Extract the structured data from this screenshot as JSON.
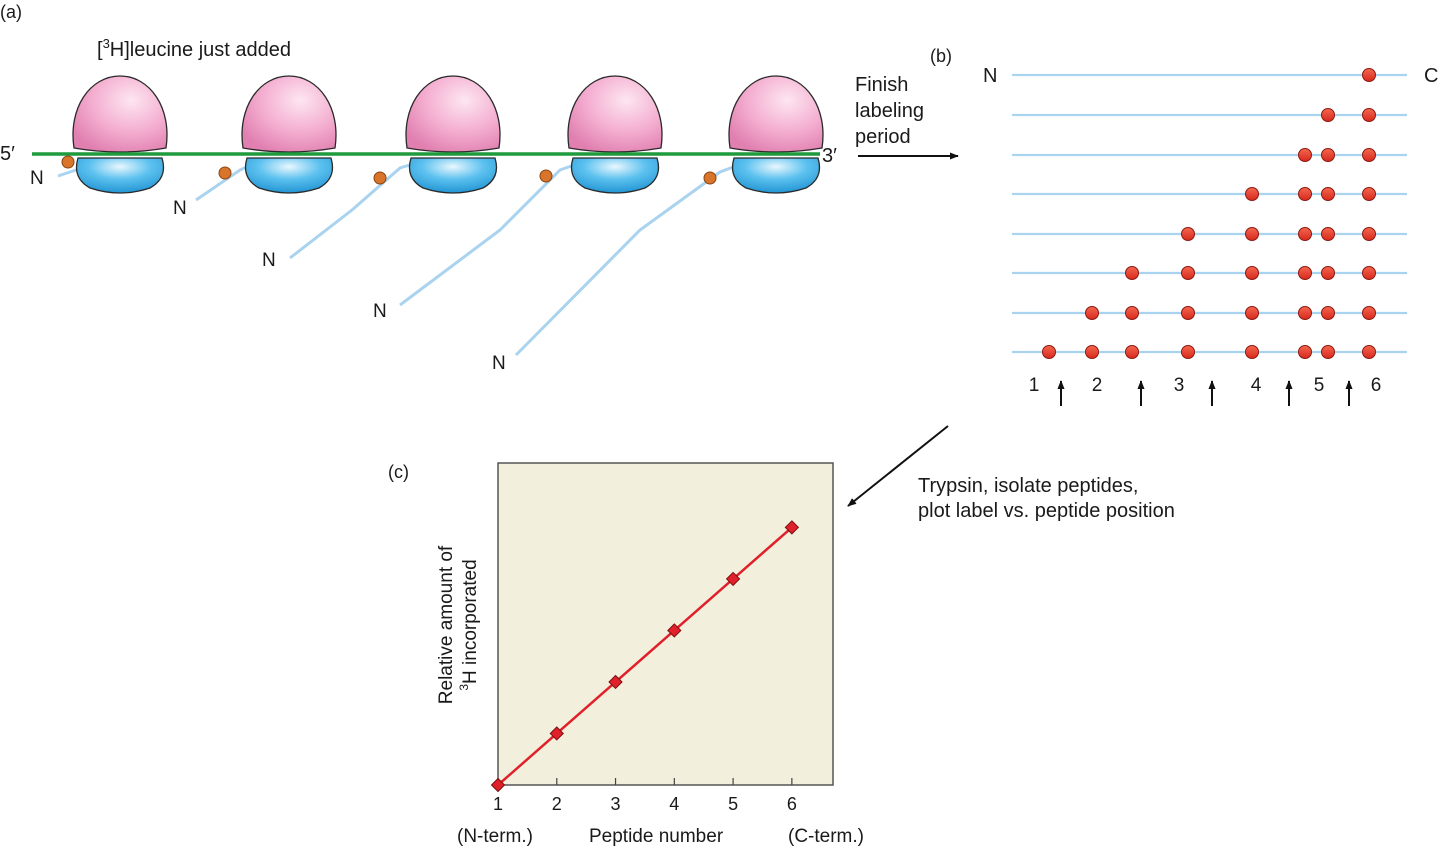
{
  "panel_a": {
    "tag": "(a)",
    "caption_pre": "[",
    "caption_sup": "3",
    "caption_post": "H]leucine just added",
    "five_prime": "5′",
    "three_prime": "3′",
    "n_label": "N"
  },
  "step_ab": {
    "line1": "Finish",
    "line2": "labeling",
    "line3": "period"
  },
  "panel_b": {
    "tag": "(b)",
    "n_label": "N",
    "c_label": "C",
    "peptide_numbers": [
      "1",
      "2",
      "3",
      "4",
      "5",
      "6"
    ],
    "chains": [
      [
        6
      ],
      [
        5.5,
        6
      ],
      [
        5,
        5.5,
        6
      ],
      [
        4,
        5,
        5.5,
        6
      ],
      [
        3,
        4,
        5,
        5.5,
        6
      ],
      [
        2,
        3,
        4,
        5,
        5.5,
        6
      ],
      [
        1.5,
        2,
        3,
        4,
        5,
        5.5,
        6
      ],
      [
        1,
        1.5,
        2,
        3,
        4,
        5,
        5.5,
        6
      ]
    ]
  },
  "step_bc": {
    "line1": "Trypsin, isolate peptides,",
    "line2": "plot label vs. peptide position"
  },
  "panel_c": {
    "tag": "(c)"
  },
  "chart_data": {
    "type": "line",
    "title": "",
    "xlabel": "Peptide number",
    "ylabel_line1": "Relative amount of",
    "ylabel_sup": "3",
    "ylabel_line2": "H incorporated",
    "x_left_note": "(N-term.)",
    "x_right_note": "(C-term.)",
    "x": [
      1,
      2,
      3,
      4,
      5,
      6
    ],
    "x_tick_labels": [
      "1",
      "2",
      "3",
      "4",
      "5",
      "6"
    ],
    "series": [
      {
        "values": [
          0,
          1,
          2,
          3,
          4,
          5
        ]
      }
    ],
    "xlim": [
      1,
      6.7
    ],
    "ylim": [
      0,
      6.25
    ],
    "grid": false,
    "colors": {
      "plot_bg": "#f3efdd",
      "line": "#e0202a",
      "marker": "#e0202a"
    }
  },
  "colors": {
    "large_subunit": "#f2a6c8",
    "small_subunit": "#2aa7e0",
    "mrna": "#1f9a3c",
    "nascent_chain": "#a9d3ee",
    "leucine_label": "#d9752a",
    "chain_label": "#e8362a"
  }
}
